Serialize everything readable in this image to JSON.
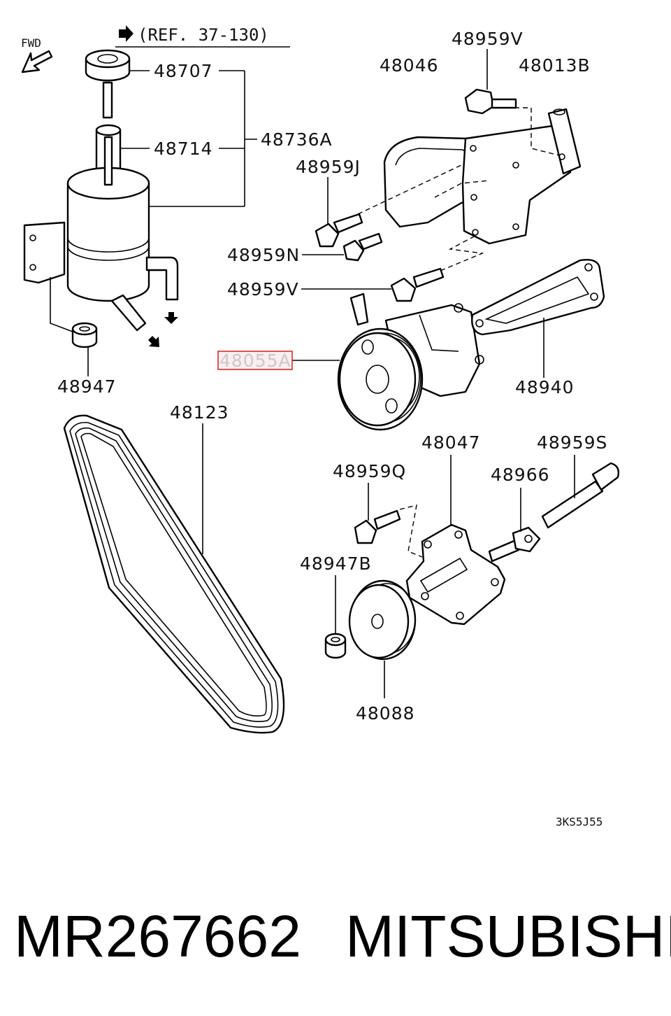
{
  "header": {
    "fwd": "FWD",
    "ref": "(REF. 37-130)"
  },
  "labels": {
    "p48707": "48707",
    "p48714": "48714",
    "p48736A": "48736A",
    "p48947": "48947",
    "p48046": "48046",
    "p48959V_top": "48959V",
    "p48013B": "48013B",
    "p48959J": "48959J",
    "p48959N": "48959N",
    "p48959V_mid": "48959V",
    "p48055A": "48055A",
    "p48940": "48940",
    "p48123": "48123",
    "p48047": "48047",
    "p48959S": "48959S",
    "p48959Q": "48959Q",
    "p48966": "48966",
    "p48947B": "48947B",
    "p48088": "48088"
  },
  "diagram_code": "3KS5J55",
  "footer": {
    "part_number": "MR267662",
    "brand": "MITSUBISHI"
  },
  "colors": {
    "highlight_border": "#d62d2d",
    "highlight_text": "#c9c9cf",
    "line": "#000000"
  }
}
